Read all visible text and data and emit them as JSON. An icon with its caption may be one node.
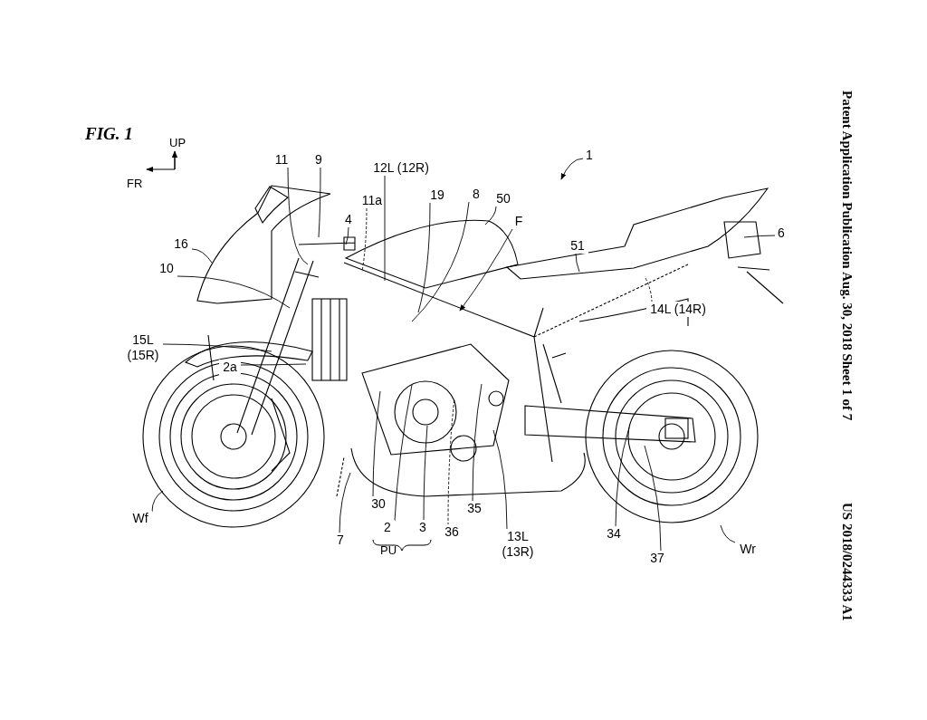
{
  "diagram": {
    "title": "FIG. 1",
    "nodes": [
      {
        "text": [
          "11"
        ]
      },
      {
        "text": [
          "9"
        ]
      },
      {
        "text": [
          "12L (12R)"
        ]
      },
      {
        "text": [
          "1"
        ]
      },
      {
        "text": [
          "11a"
        ]
      },
      {
        "text": [
          "19"
        ]
      },
      {
        "text": [
          "8"
        ]
      },
      {
        "text": [
          "50"
        ]
      },
      {
        "text": [
          "4"
        ]
      },
      {
        "text": [
          "F"
        ]
      },
      {
        "text": [
          "51"
        ]
      },
      {
        "text": [
          "16"
        ]
      },
      {
        "text": [
          "6"
        ]
      },
      {
        "text": [
          "10"
        ]
      },
      {
        "text": [
          "14L (14R)"
        ]
      },
      {
        "text": [
          "15L (15R)"
        ]
      },
      {
        "text": [
          "2a"
        ]
      },
      {
        "text": [
          "Wf"
        ]
      },
      {
        "text": [
          "30"
        ]
      },
      {
        "text": [
          "7"
        ]
      },
      {
        "text": [
          "2"
        ]
      },
      {
        "text": [
          "3"
        ]
      },
      {
        "text": [
          "36"
        ]
      },
      {
        "text": [
          "35"
        ]
      },
      {
        "text": [
          "13L (13R)"
        ]
      },
      {
        "text": [
          "34"
        ]
      },
      {
        "text": [
          "37"
        ]
      },
      {
        "text": [
          "Wr"
        ]
      }
    ],
    "edges": [
      {
        "from": 0,
        "to": null,
        "arrow": "none"
      },
      {
        "from": 1,
        "to": null,
        "arrow": "none"
      },
      {
        "from": 2,
        "to": null,
        "arrow": "none"
      },
      {
        "from": 3,
        "to": null,
        "arrow": "to"
      },
      {
        "from": 4,
        "to": null,
        "arrow": "none",
        "style": "dashed"
      },
      {
        "from": 5,
        "to": null,
        "arrow": "none"
      },
      {
        "from": 6,
        "to": null,
        "arrow": "none"
      },
      {
        "from": 7,
        "to": null,
        "arrow": "none"
      },
      {
        "from": 8,
        "to": null,
        "arrow": "none"
      },
      {
        "from": 9,
        "to": null,
        "arrow": "to"
      },
      {
        "from": 10,
        "to": null,
        "arrow": "none"
      },
      {
        "from": 11,
        "to": null,
        "arrow": "none"
      },
      {
        "from": 12,
        "to": null,
        "arrow": "none"
      },
      {
        "from": 13,
        "to": null,
        "arrow": "none"
      },
      {
        "from": 14,
        "to": null,
        "arrow": "none",
        "style": "dashed"
      },
      {
        "from": 15,
        "to": null,
        "arrow": "none"
      },
      {
        "from": 16,
        "to": null,
        "arrow": "none"
      },
      {
        "from": 17,
        "to": null,
        "arrow": "none"
      },
      {
        "from": 18,
        "to": null,
        "arrow": "none"
      },
      {
        "from": 19,
        "to": null,
        "arrow": "none"
      },
      {
        "from": 20,
        "to": null,
        "arrow": "none"
      },
      {
        "from": 21,
        "to": null,
        "arrow": "none"
      },
      {
        "from": 22,
        "to": null,
        "arrow": "none",
        "style": "dashed"
      },
      {
        "from": 23,
        "to": null,
        "arrow": "none"
      },
      {
        "from": 24,
        "to": null,
        "arrow": "none"
      },
      {
        "from": 25,
        "to": null,
        "arrow": "none"
      },
      {
        "from": 26,
        "to": null,
        "arrow": "none"
      },
      {
        "from": 27,
        "to": null,
        "arrow": "none"
      }
    ],
    "labels": [
      "UP",
      "FR",
      "PU",
      "Patent Application Publication",
      "Aug. 30, 2018 Sheet 1 of 7",
      "US 2018/0244333 A1"
    ]
  }
}
